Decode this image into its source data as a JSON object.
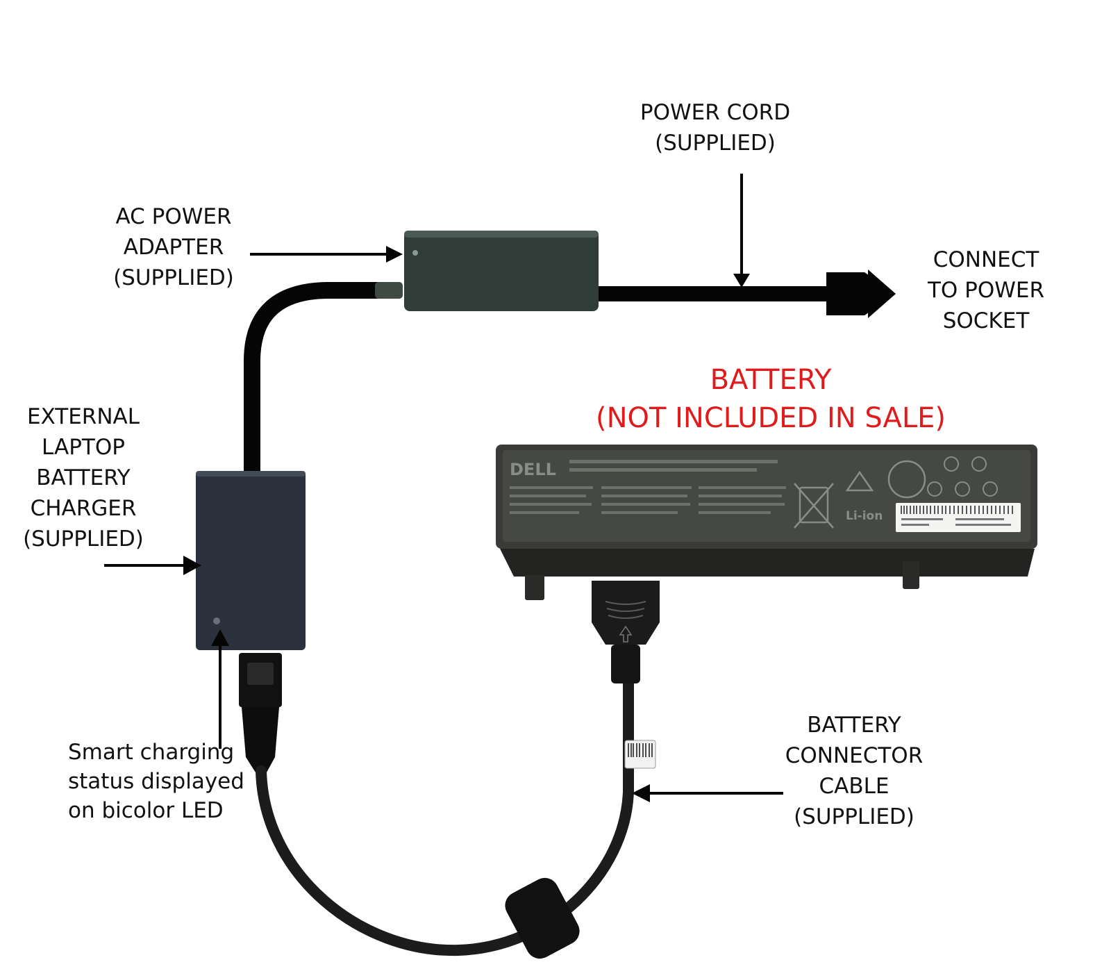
{
  "labels": {
    "power_cord": [
      "POWER CORD",
      "(SUPPLIED)"
    ],
    "ac_adapter": [
      "AC POWER",
      "ADAPTER",
      "(SUPPLIED)"
    ],
    "connect": [
      "CONNECT",
      "TO POWER",
      "SOCKET"
    ],
    "battery": [
      "BATTERY",
      "(NOT INCLUDED IN SALE)"
    ],
    "charger": [
      "EXTERNAL",
      "LAPTOP",
      "BATTERY",
      "CHARGER",
      "(SUPPLIED)"
    ],
    "smart": [
      "Smart charging",
      "status displayed",
      "on bicolor LED"
    ],
    "cable": [
      "BATTERY",
      "CONNECTOR",
      "CABLE",
      "(SUPPLIED)"
    ]
  },
  "battery_brand": "DELL",
  "battery_badge": "Li-ion",
  "colors": {
    "label_text": "#111111",
    "battery_label": "#e01b1b",
    "adapter_body": "#2f3c37",
    "charger_body": "#2c323d",
    "battery_body": "#3a3b38",
    "cable": "#050505"
  }
}
